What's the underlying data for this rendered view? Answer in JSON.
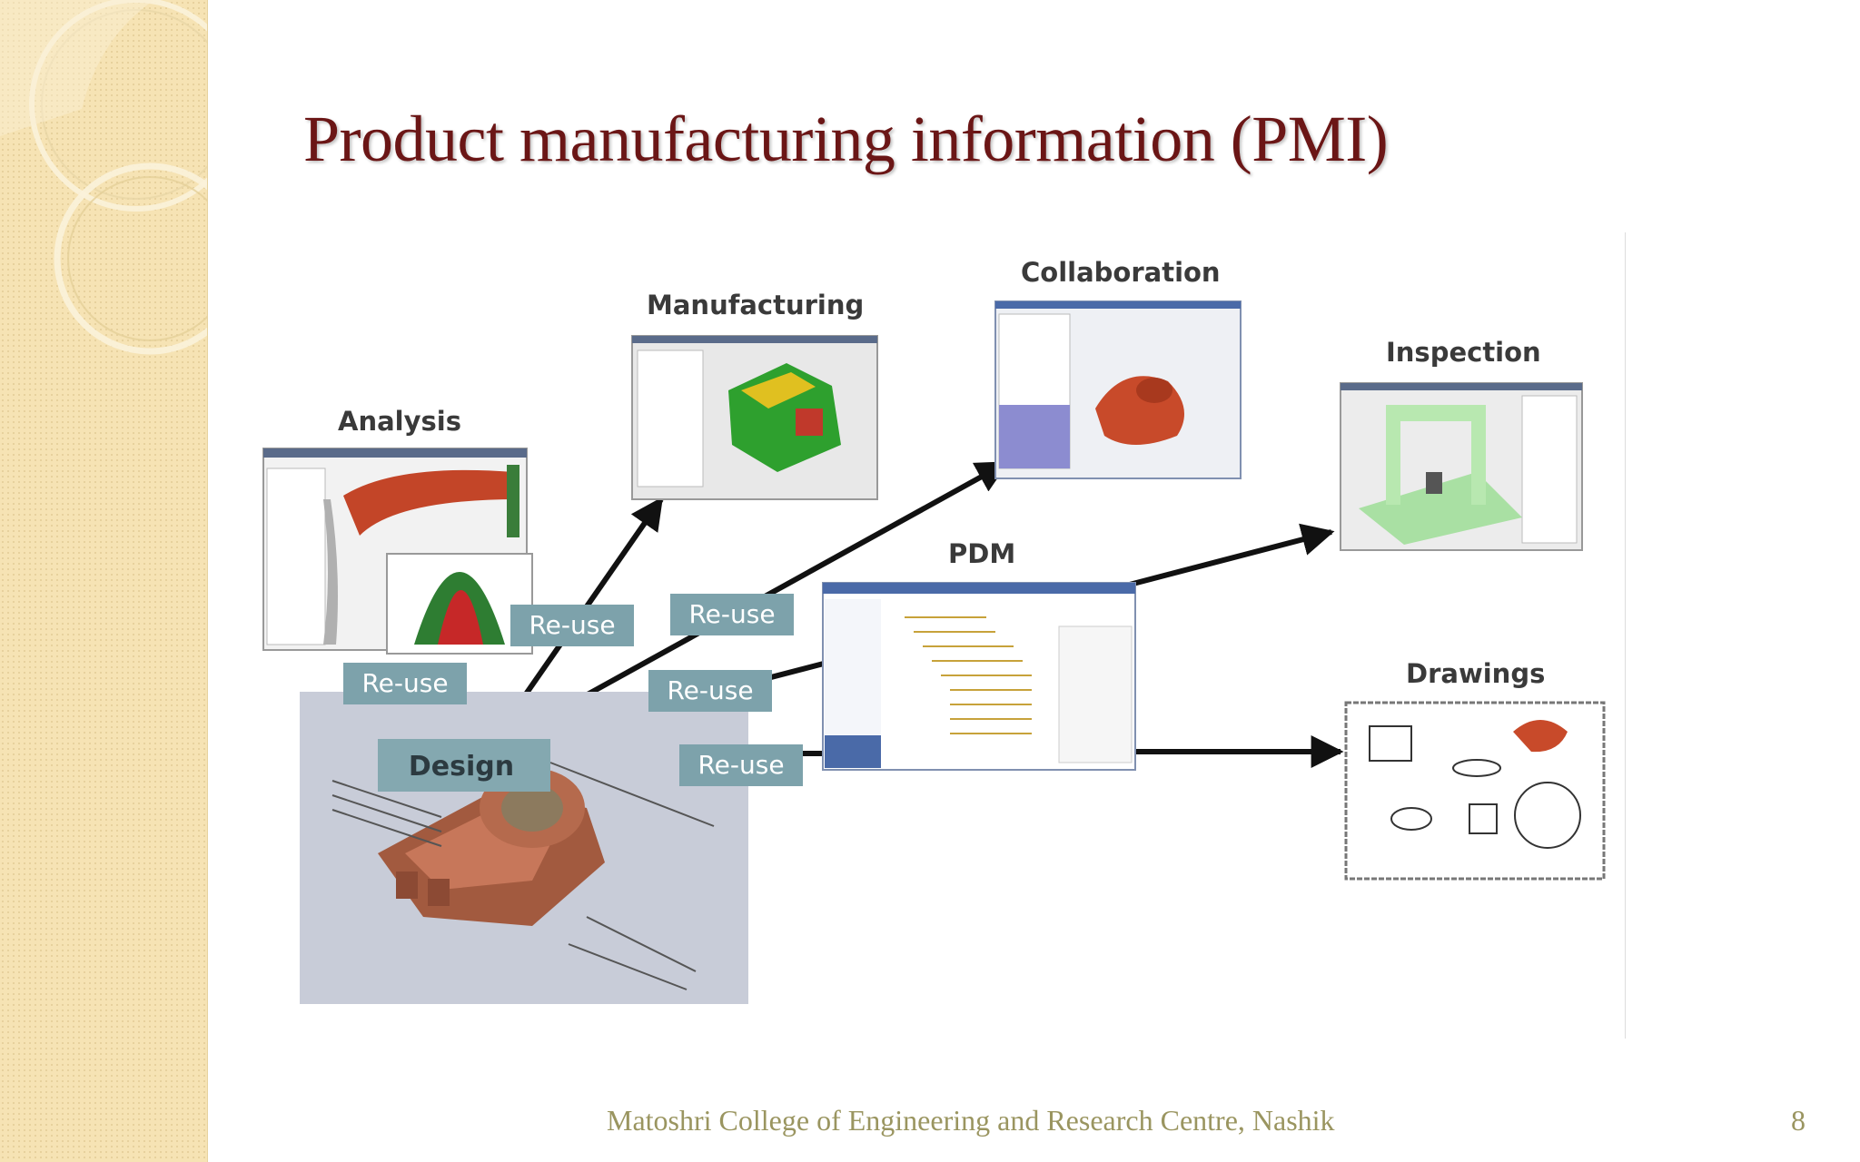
{
  "slide": {
    "title": "Product manufacturing information (PMI)",
    "footer": "Matoshri College of Engineering and Research Centre, Nashik",
    "page_number": "8"
  },
  "diagram": {
    "nodes": {
      "analysis": "Analysis",
      "manufacturing": "Manufacturing",
      "collaboration": "Collaboration",
      "inspection": "Inspection",
      "pdm": "PDM",
      "drawings": "Drawings",
      "design": "Design"
    },
    "reuse_labels": [
      "Re-use",
      "Re-use",
      "Re-use",
      "Re-use",
      "Re-use"
    ]
  },
  "colors": {
    "title": "#6b1616",
    "footer": "#9a9560",
    "reuse_box": "#7da2ab",
    "design_box": "#84a8b0",
    "sidebar": "#f6e3b4"
  }
}
